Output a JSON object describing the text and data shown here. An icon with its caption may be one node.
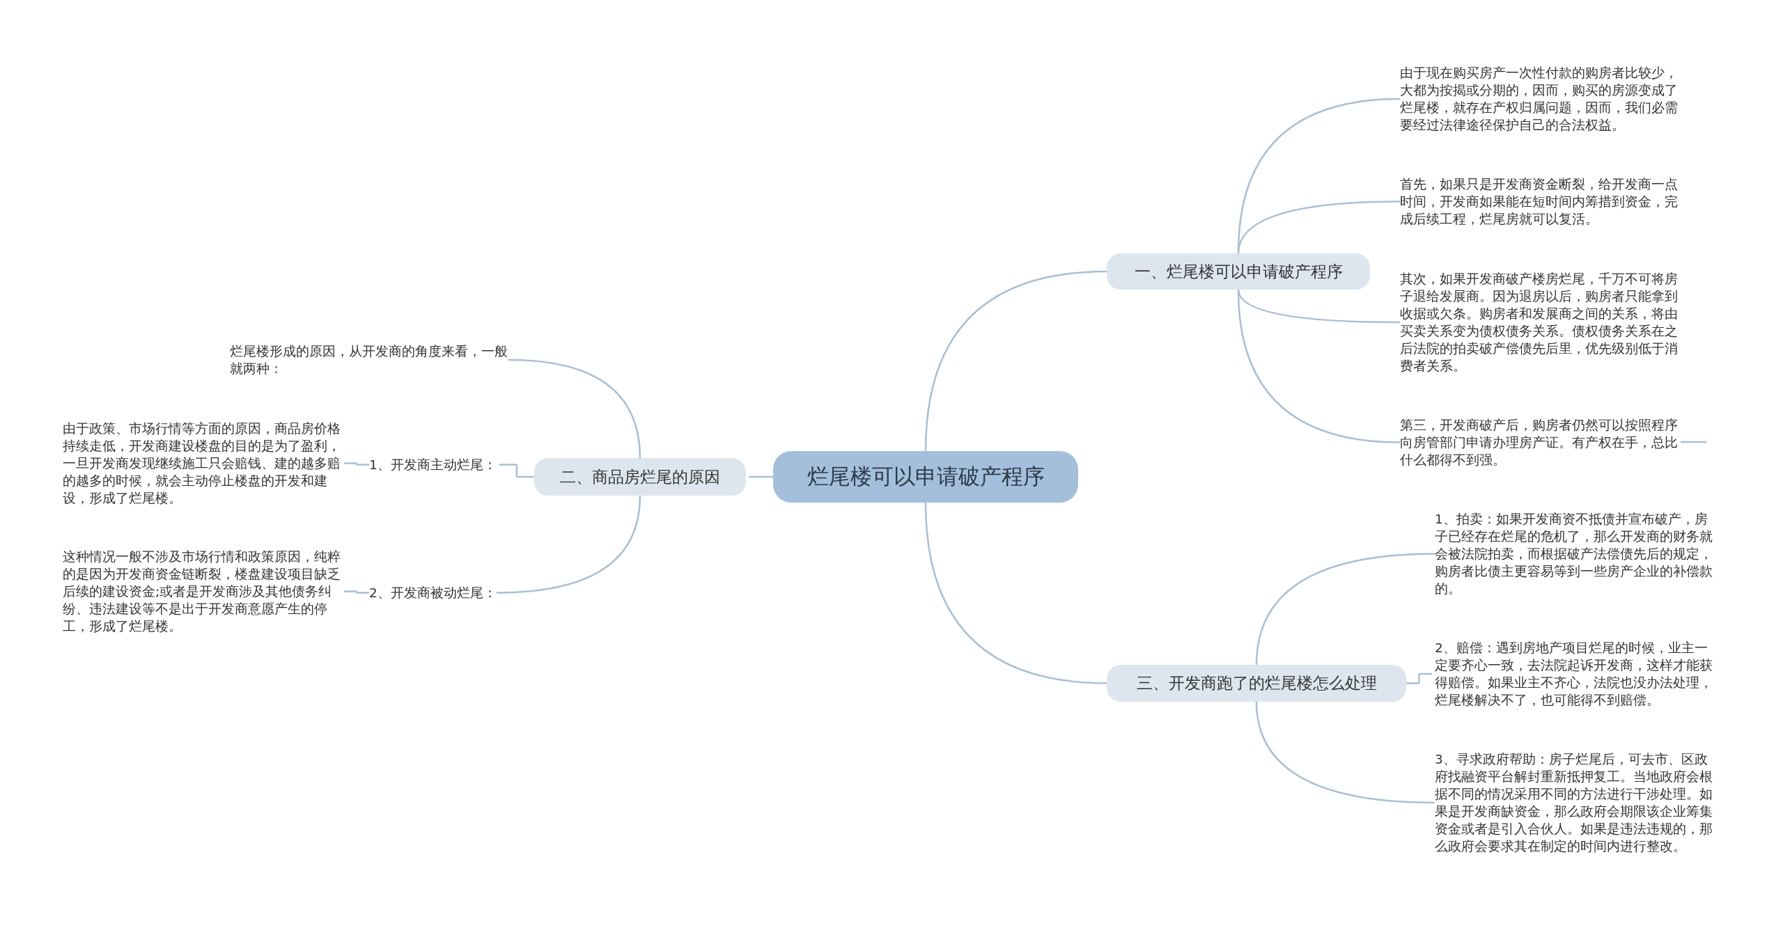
{
  "diagram": {
    "nodes": [
      {
        "text": [
          "烂尾楼可以申请破产程序"
        ]
      },
      {
        "text": [
          "一、烂尾楼可以申请破产程序"
        ]
      },
      {
        "text": [
          "由于现在购买房产一次性付款的购房者比较少，大都为按揭或分期的，因而，购买的房源变成了烂尾楼，就存在产权归属问题，因而，我们必需要经过法律途径保护自己的合法权益。"
        ]
      },
      {
        "text": [
          "首先，如果只是开发商资金断裂，给开发商一点时间，开发商如果能在短时间内筹措到资金，完成后续工程，烂尾房就可以复活。"
        ]
      },
      {
        "text": [
          "其次，如果开发商破产楼房烂尾，千万不可将房子退给发展商。因为退房以后，购房者只能拿到收据或欠条。购房者和发展商之间的关系，将由买卖关系变为债权债务关系。债权债务关系在之后法院的拍卖破产偿债先后里，优先级别低于消费者关系。"
        ]
      },
      {
        "text": [
          "第三，开发商破产后，购房者仍然可以按照程序向房管部门申请办理房产证。有产权在手，总比什么都得不到强。"
        ]
      },
      {
        "text": [
          "二、商品房烂尾的原因"
        ]
      },
      {
        "text": [
          "烂尾楼形成的原因，从开发商的角度来看，一般就两种："
        ]
      },
      {
        "text": [
          "1、开发商主动烂尾："
        ]
      },
      {
        "text": [
          "由于政策、市场行情等方面的原因，商品房价格持续走低，开发商建设楼盘的目的是为了盈利，一旦开发商发现继续施工只会赔钱、建的越多赔的越多的时候，就会主动停止楼盘的开发和建设，形成了烂尾楼。"
        ]
      },
      {
        "text": [
          "2、开发商被动烂尾："
        ]
      },
      {
        "text": [
          "这种情况一般不涉及市场行情和政策原因，纯粹的是因为开发商资金链断裂，楼盘建设项目缺乏后续的建设资金;或者是开发商涉及其他债务纠纷、违法建设等不是出于开发商意愿产生的停工，形成了烂尾楼。"
        ]
      },
      {
        "text": [
          "三、开发商跑了的烂尾楼怎么处理"
        ]
      },
      {
        "text": [
          "1、拍卖：如果开发商资不抵债并宣布破产，房子已经存在烂尾的危机了，那么开发商的财务就会被法院拍卖，而根据破产法偿债先后的规定，购房者比债主更容易等到一些房产企业的补偿款的。"
        ]
      },
      {
        "text": [
          "2、赔偿：遇到房地产项目烂尾的时候，业主一定要齐心一致，去法院起诉开发商，这样才能获得赔偿。如果业主不齐心，法院也没办法处理，烂尾楼解决不了，也可能得不到赔偿。"
        ]
      },
      {
        "text": [
          "3、寻求政府帮助：房子烂尾后，可去市、区政府找融资平台解封重新抵押复工。当地政府会根据不同的情况采用不同的方法进行干涉处理。如果是开发商缺资金，那么政府会期限该企业筹集资金或者是引入合伙人。如果是违法违规的，那么政府会要求其在制定的时间内进行整改。"
        ]
      }
    ],
    "edges": [
      {
        "from": 0,
        "to": 1,
        "arrow": "none"
      },
      {
        "from": 1,
        "to": 2,
        "arrow": "none"
      },
      {
        "from": 1,
        "to": 3,
        "arrow": "none"
      },
      {
        "from": 1,
        "to": 4,
        "arrow": "none"
      },
      {
        "from": 1,
        "to": 5,
        "arrow": "none"
      },
      {
        "from": 0,
        "to": 6,
        "arrow": "none"
      },
      {
        "from": 6,
        "to": 7,
        "arrow": "none"
      },
      {
        "from": 6,
        "to": 8,
        "arrow": "none"
      },
      {
        "from": 6,
        "to": 10,
        "arrow": "none"
      },
      {
        "from": 8,
        "to": 9,
        "arrow": "none"
      },
      {
        "from": 10,
        "to": 11,
        "arrow": "none"
      },
      {
        "from": 0,
        "to": 12,
        "arrow": "none"
      },
      {
        "from": 12,
        "to": 13,
        "arrow": "none"
      },
      {
        "from": 12,
        "to": 14,
        "arrow": "none"
      },
      {
        "from": 12,
        "to": 15,
        "arrow": "none"
      }
    ]
  }
}
